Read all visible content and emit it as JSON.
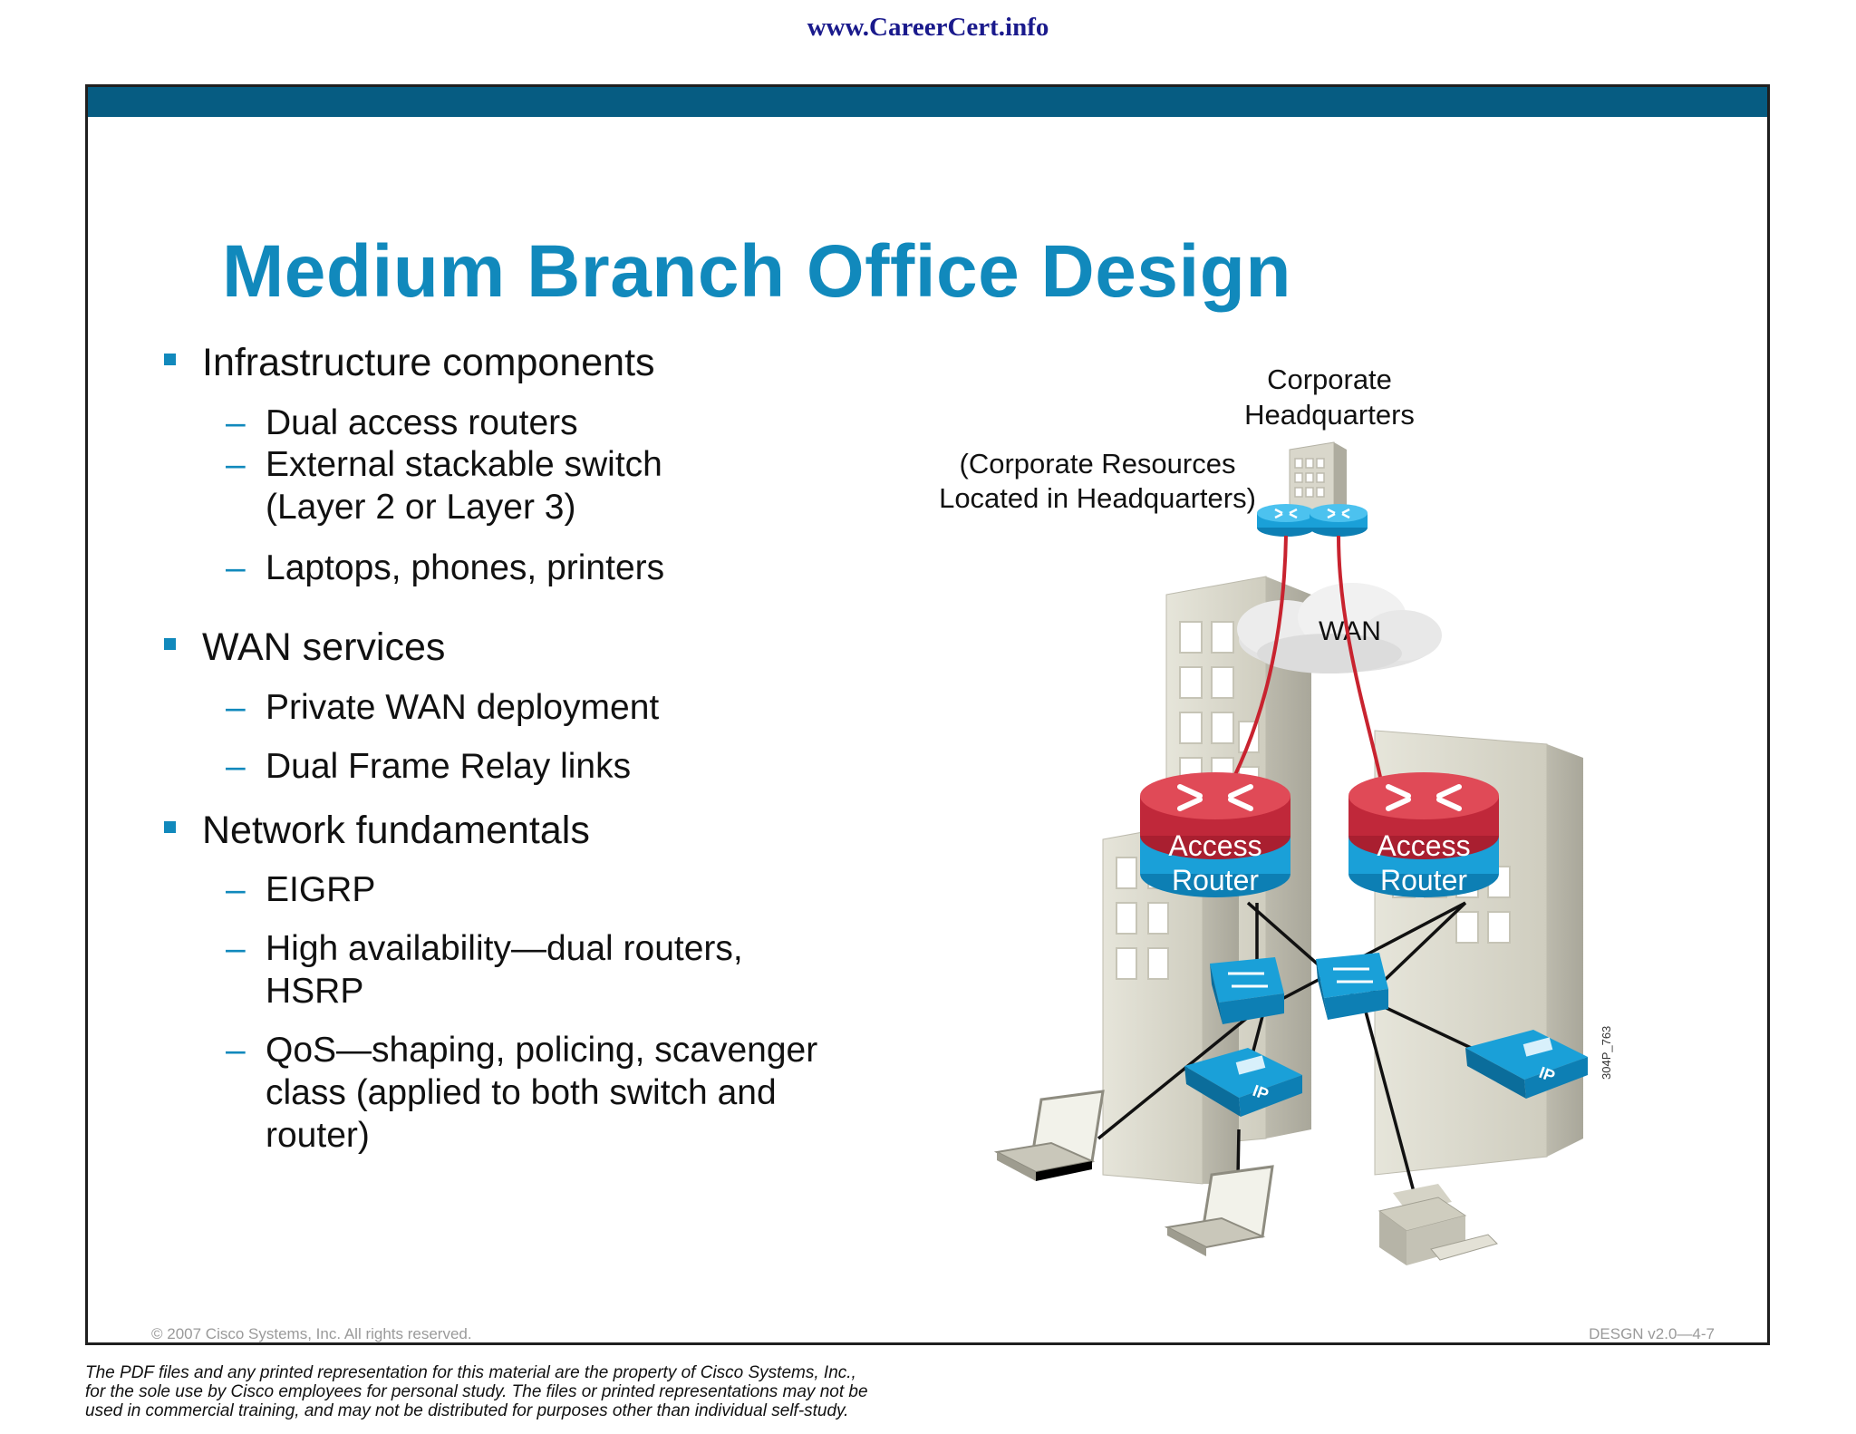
{
  "header": {
    "url": "www.CareerCert.info"
  },
  "slide": {
    "title": "Medium Branch Office Design",
    "bullets": [
      {
        "text": "Infrastructure components",
        "sub": [
          {
            "text": "Dual access routers"
          },
          {
            "text": "External stackable switch (Layer 2 or Layer 3)"
          },
          {
            "text": "Laptops, phones, printers"
          }
        ]
      },
      {
        "text": "WAN services",
        "sub": [
          {
            "text": "Private WAN deployment"
          },
          {
            "text": "Dual Frame Relay links"
          }
        ]
      },
      {
        "text": "Network fundamentals",
        "sub": [
          {
            "text": "EIGRP"
          },
          {
            "text": "High availability—dual routers, HSRP"
          },
          {
            "text": "QoS—shaping, policing, scavenger class (applied to both switch and router)"
          }
        ]
      }
    ],
    "diagram": {
      "hq_label_line1": "Corporate",
      "hq_label_line2": "Headquarters",
      "resources_line1": "(Corporate Resources",
      "resources_line2": "Located in Headquarters)",
      "wan_label": "WAN",
      "router_left_line1": "Access",
      "router_left_line2": "Router",
      "router_right_line1": "Access",
      "router_right_line2": "Router",
      "phone_label": "IP",
      "figure_code": "304P_763"
    },
    "copyright": "© 2007 Cisco Systems, Inc. All rights reserved.",
    "slide_code": "DESGN v2.0—4-7"
  },
  "footer": {
    "disclaimer_line1": "The PDF files and any printed representation for this material are the property of Cisco Systems, Inc.,",
    "disclaimer_line2": "for the sole use by Cisco employees for personal study. The files or printed representations may not be",
    "disclaimer_line3": "used in commercial training, and may not be distributed for purposes other than individual self-study."
  },
  "colors": {
    "accent": "#1189bc",
    "title_bar": "#065c82",
    "router_red": "#c0283a",
    "device_blue": "#1aa0d8",
    "link_red": "#c8232f"
  }
}
